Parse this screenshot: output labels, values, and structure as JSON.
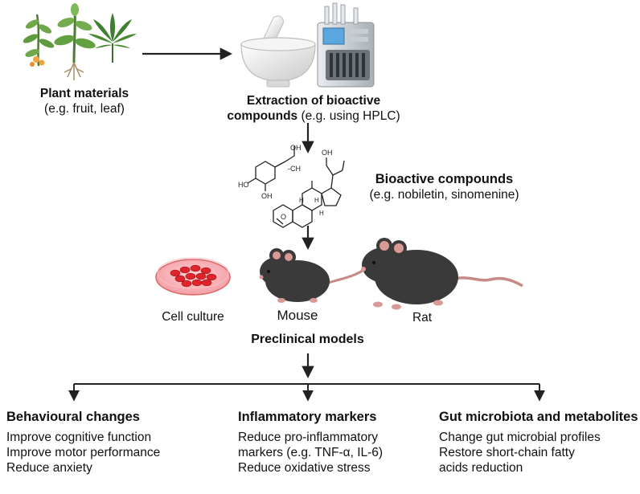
{
  "plant": {
    "title": "Plant materials",
    "subtitle": "(e.g. fruit, leaf)"
  },
  "extraction": {
    "title_line1": "Extraction of bioactive",
    "title_line2_bold": "compounds",
    "title_line2_rest": " (e.g. using HPLC)"
  },
  "compounds": {
    "title": "Bioactive compounds",
    "subtitle": "(e.g. nobiletin, sinomenine)",
    "chem_labels": [
      "OH",
      "OH",
      "HO",
      "OH",
      "H",
      "H",
      "H",
      "O"
    ]
  },
  "models": {
    "cell_label": "Cell culture",
    "mouse_label": "Mouse",
    "rat_label": "Rat",
    "title": "Preclinical models"
  },
  "outcomes": [
    {
      "title": "Behavioural changes",
      "items": [
        "Improve cognitive function",
        "Improve motor performance",
        "Reduce anxiety"
      ]
    },
    {
      "title": "Inflammatory markers",
      "items": [
        "Reduce pro-inflammatory",
        "markers (e.g. TNF-α, IL-6)",
        "Reduce oxidative stress"
      ]
    },
    {
      "title": "Gut microbiota and metabolites",
      "items": [
        "Change gut microbial profiles",
        "Restore short-chain fatty",
        "acids reduction"
      ]
    }
  ],
  "colors": {
    "arrow": "#222222",
    "plant_green": "#5a8f3c",
    "cannabis_green": "#3f7f2f",
    "mortar": "#e8e8e8",
    "petri_red": "#e0242c",
    "rodent_dark": "#3a3a3a",
    "rodent_pink": "#d99a96"
  }
}
